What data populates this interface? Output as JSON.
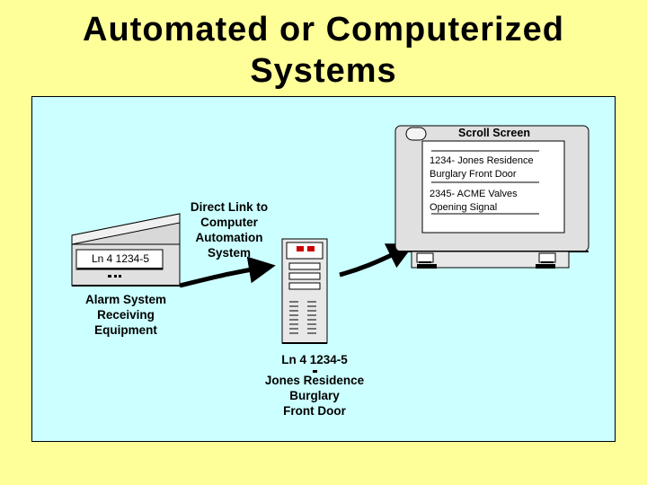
{
  "slide": {
    "title_line1": "Automated or Computerized",
    "title_line2": "Systems"
  },
  "receiver": {
    "display": "Ln 4  1234-5",
    "caption": [
      "Alarm System",
      "Receiving",
      "Equipment"
    ]
  },
  "link": {
    "caption": [
      "Direct Link to",
      "Computer",
      "Automation",
      "System"
    ]
  },
  "computer": {
    "line1": "Ln 4  1234-5",
    "line2": "Jones Residence",
    "line3": "Burglary",
    "line4": "Front Door"
  },
  "monitor": {
    "header": "Scroll Screen",
    "entry1": [
      "1234- Jones Residence",
      "Burglary Front Door"
    ],
    "entry2": [
      "2345- ACME Valves",
      "Opening Signal"
    ]
  },
  "colors": {
    "background": "#FFFF99",
    "panel": "#CCFFFF",
    "device": "#E0E0E0",
    "screen": "#FFFFFF"
  }
}
